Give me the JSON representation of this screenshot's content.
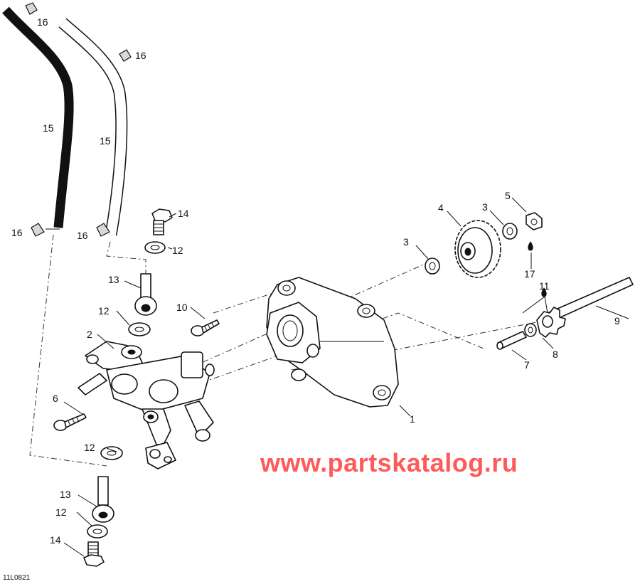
{
  "drawing_code": "11L0821",
  "watermark_text": "www.partskatalog.ru",
  "callouts": [
    "1",
    "2",
    "3",
    "3",
    "4",
    "5",
    "6",
    "7",
    "8",
    "9",
    "10",
    "11",
    "12",
    "12",
    "12",
    "12",
    "13",
    "13",
    "14",
    "14",
    "15",
    "15",
    "16",
    "16",
    "16",
    "16",
    "17"
  ],
  "colors": {
    "watermark": "#ff5a5a",
    "line": "#111111"
  }
}
